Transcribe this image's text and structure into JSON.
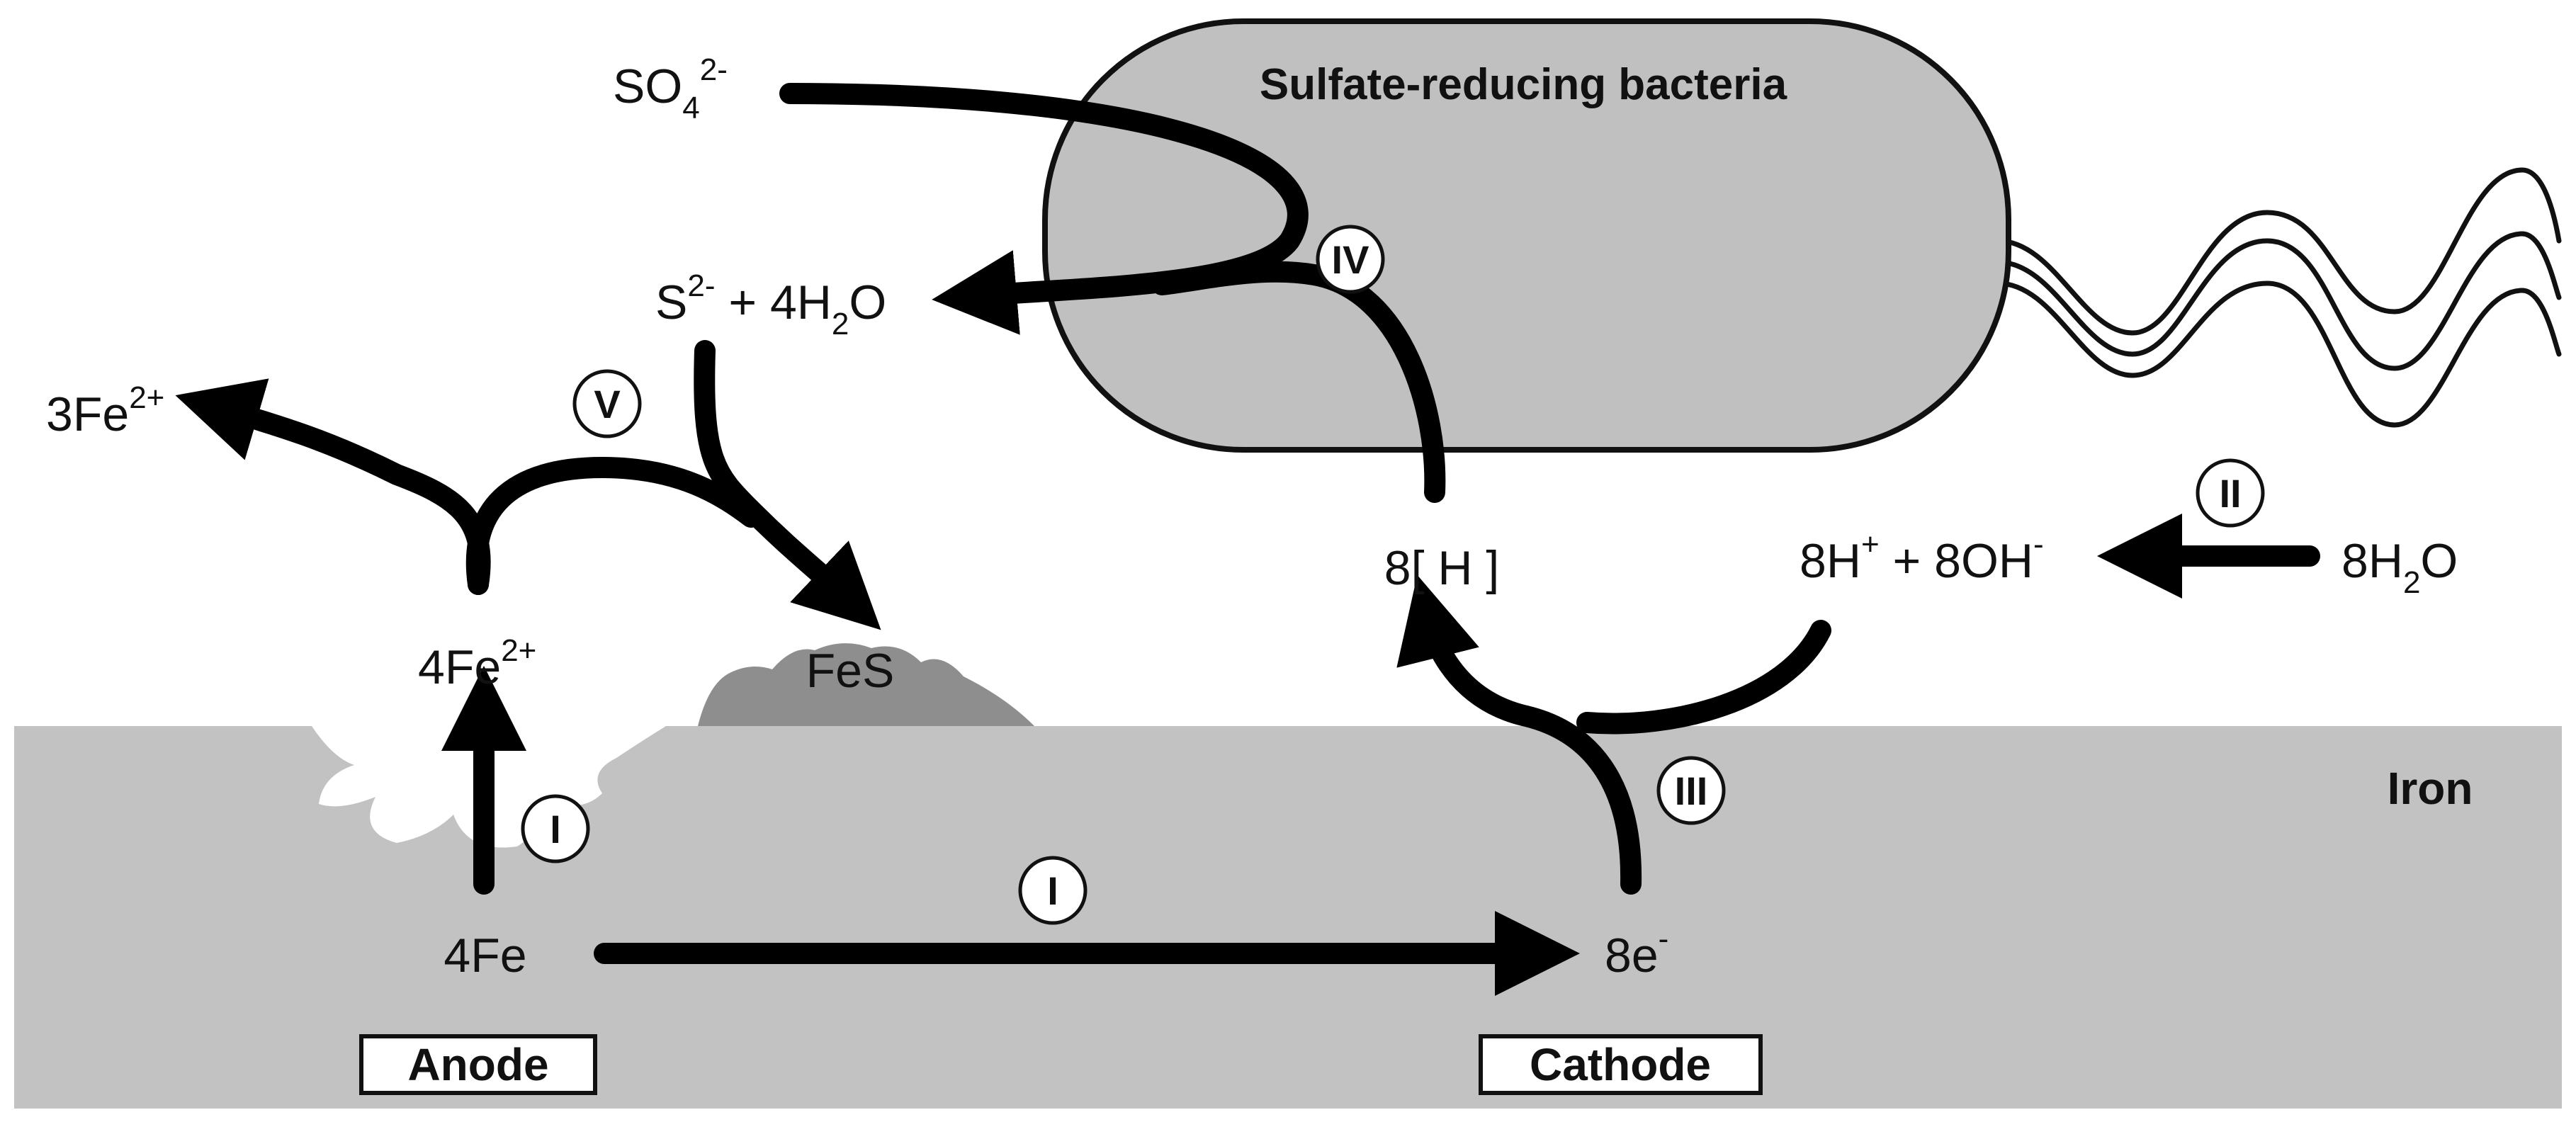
{
  "labels": {
    "bacteria": "Sulfate-reducing bacteria",
    "sulfate": "SO",
    "sulfate_sub": "4",
    "sulfate_sup": "2-",
    "sulfide": "S",
    "sulfide_sup": "2-",
    "sulfide_rest": " + 4H",
    "sulfide_sub": "2",
    "sulfide_o": "O",
    "ferrous_out": "3Fe",
    "ferrous_out_sup": "2+",
    "ferrous_anode": "4Fe",
    "ferrous_anode_sup": "2+",
    "fes": "FeS",
    "iron_atoms": "4Fe",
    "electrons": "8e",
    "electrons_sup": "-",
    "hydrogen": "8[ H ]",
    "water_split_h": "8H",
    "water_split_h_sup": "+",
    "water_split_oh": " + 8OH",
    "water_split_oh_sup": "-",
    "water": "8H",
    "water_sub": "2",
    "water_o": "O",
    "iron": "Iron",
    "anode": "Anode",
    "cathode": "Cathode"
  },
  "reactions": {
    "r1_anode": "I",
    "r1_transfer": "I",
    "r2": "II",
    "r3": "III",
    "r4": "IV",
    "r5": "V"
  },
  "colors": {
    "iron_fill": "#c2c2c2",
    "bacteria_fill": "#c0c0c0",
    "fes_fill": "#8e8e8e",
    "arrow": "#000000"
  }
}
